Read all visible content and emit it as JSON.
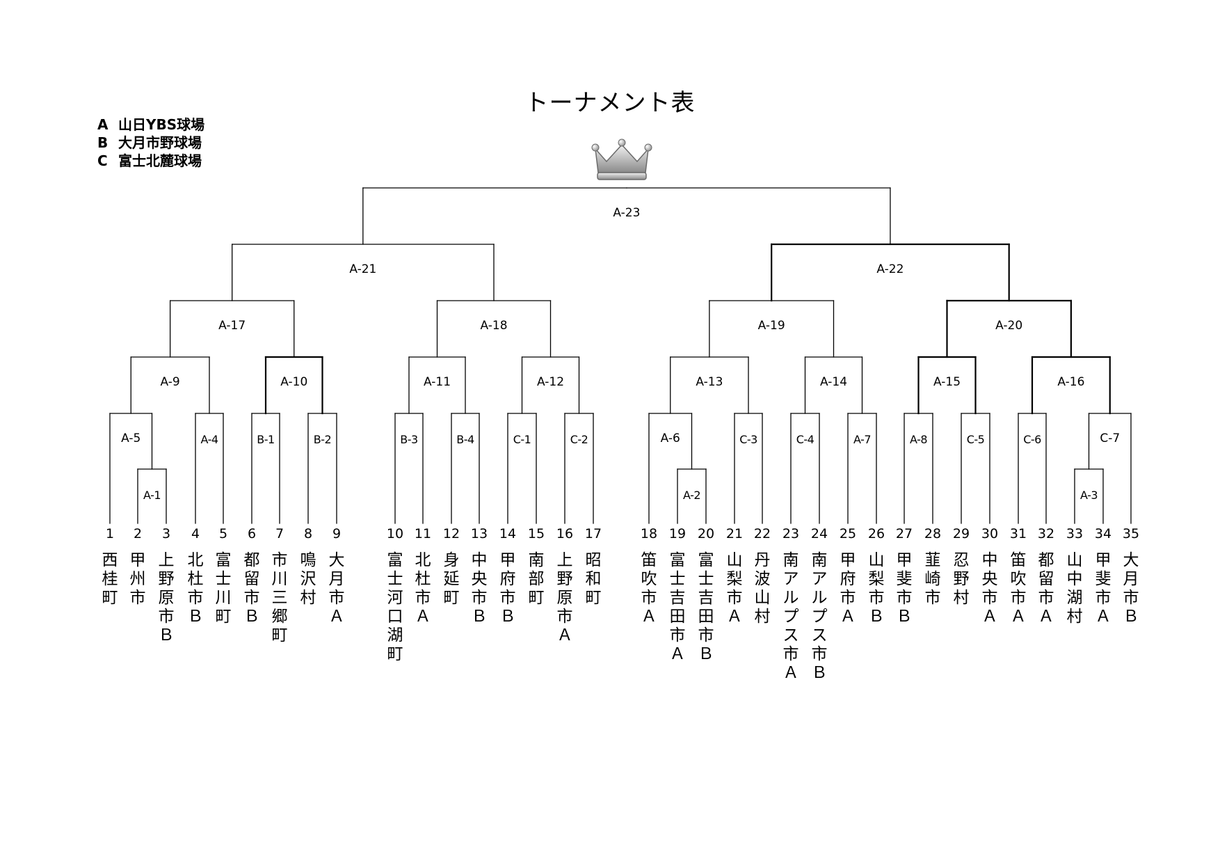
{
  "title": "トーナメント表",
  "legend": [
    {
      "key": "A",
      "name": "山日YBS球場"
    },
    {
      "key": "B",
      "name": "大月市野球場"
    },
    {
      "key": "C",
      "name": "富士北麓球場"
    }
  ],
  "entrants": [
    {
      "no": "1",
      "team": "西桂町"
    },
    {
      "no": "2",
      "team": "甲州市"
    },
    {
      "no": "3",
      "team": "上野原市Ｂ"
    },
    {
      "no": "4",
      "team": "北杜市Ｂ"
    },
    {
      "no": "5",
      "team": "富士川町"
    },
    {
      "no": "6",
      "team": "都留市Ｂ"
    },
    {
      "no": "7",
      "team": "市川三郷町"
    },
    {
      "no": "8",
      "team": "鳴沢村"
    },
    {
      "no": "9",
      "team": "大月市Ａ"
    },
    {
      "no": "10",
      "team": "富士河口湖町"
    },
    {
      "no": "11",
      "team": "北杜市Ａ"
    },
    {
      "no": "12",
      "team": "身延町"
    },
    {
      "no": "13",
      "team": "中央市Ｂ"
    },
    {
      "no": "14",
      "team": "甲府市Ｂ"
    },
    {
      "no": "15",
      "team": "南部町"
    },
    {
      "no": "16",
      "team": "上野原市Ａ"
    },
    {
      "no": "17",
      "team": "昭和町"
    },
    {
      "no": "18",
      "team": "笛吹市Ａ"
    },
    {
      "no": "19",
      "team": "富士吉田市Ａ"
    },
    {
      "no": "20",
      "team": "富士吉田市Ｂ"
    },
    {
      "no": "21",
      "team": "山梨市Ａ"
    },
    {
      "no": "22",
      "team": "丹波山村"
    },
    {
      "no": "23",
      "team": "南アルプス市Ａ"
    },
    {
      "no": "24",
      "team": "南アルプス市Ｂ"
    },
    {
      "no": "25",
      "team": "甲府市Ａ"
    },
    {
      "no": "26",
      "team": "山梨市Ｂ"
    },
    {
      "no": "27",
      "team": "甲斐市Ｂ"
    },
    {
      "no": "28",
      "team": "韮崎市"
    },
    {
      "no": "29",
      "team": "忍野村"
    },
    {
      "no": "30",
      "team": "中央市Ａ"
    },
    {
      "no": "31",
      "team": "笛吹市Ａ"
    },
    {
      "no": "32",
      "team": "都留市Ａ"
    },
    {
      "no": "33",
      "team": "山中湖村"
    },
    {
      "no": "34",
      "team": "甲斐市Ａ"
    },
    {
      "no": "35",
      "team": "大月市Ｂ"
    }
  ],
  "matches": [
    {
      "id": "A-1",
      "from": [
        "2",
        "3"
      ]
    },
    {
      "id": "A-2",
      "from": [
        "19",
        "20"
      ]
    },
    {
      "id": "A-3",
      "from": [
        "33",
        "34"
      ]
    },
    {
      "id": "A-5",
      "from": [
        "1",
        "A-1"
      ]
    },
    {
      "id": "A-4",
      "from": [
        "4",
        "5"
      ]
    },
    {
      "id": "B-1",
      "from": [
        "6",
        "7"
      ]
    },
    {
      "id": "B-2",
      "from": [
        "8",
        "9"
      ]
    },
    {
      "id": "B-3",
      "from": [
        "10",
        "11"
      ]
    },
    {
      "id": "B-4",
      "from": [
        "12",
        "13"
      ]
    },
    {
      "id": "C-1",
      "from": [
        "14",
        "15"
      ]
    },
    {
      "id": "C-2",
      "from": [
        "16",
        "17"
      ]
    },
    {
      "id": "A-6",
      "from": [
        "18",
        "A-2"
      ]
    },
    {
      "id": "C-3",
      "from": [
        "21",
        "22"
      ]
    },
    {
      "id": "C-4",
      "from": [
        "23",
        "24"
      ]
    },
    {
      "id": "A-7",
      "from": [
        "25",
        "26"
      ]
    },
    {
      "id": "A-8",
      "from": [
        "27",
        "28"
      ]
    },
    {
      "id": "C-5",
      "from": [
        "29",
        "30"
      ]
    },
    {
      "id": "C-6",
      "from": [
        "31",
        "32"
      ]
    },
    {
      "id": "C-7",
      "from": [
        "A-3",
        "35"
      ]
    },
    {
      "id": "A-9",
      "from": [
        "A-5",
        "A-4"
      ]
    },
    {
      "id": "A-10",
      "from": [
        "B-1",
        "B-2"
      ]
    },
    {
      "id": "A-11",
      "from": [
        "B-3",
        "B-4"
      ]
    },
    {
      "id": "A-12",
      "from": [
        "C-1",
        "C-2"
      ]
    },
    {
      "id": "A-13",
      "from": [
        "A-6",
        "C-3"
      ]
    },
    {
      "id": "A-14",
      "from": [
        "C-4",
        "A-7"
      ]
    },
    {
      "id": "A-15",
      "from": [
        "A-8",
        "C-5"
      ]
    },
    {
      "id": "A-16",
      "from": [
        "C-6",
        "C-7"
      ]
    },
    {
      "id": "A-17",
      "from": [
        "A-9",
        "A-10"
      ]
    },
    {
      "id": "A-18",
      "from": [
        "A-11",
        "A-12"
      ]
    },
    {
      "id": "A-19",
      "from": [
        "A-13",
        "A-14"
      ]
    },
    {
      "id": "A-20",
      "from": [
        "A-15",
        "A-16"
      ]
    },
    {
      "id": "A-21",
      "from": [
        "A-17",
        "A-18"
      ]
    },
    {
      "id": "A-22",
      "from": [
        "A-19",
        "A-20"
      ]
    },
    {
      "id": "A-23",
      "from": [
        "A-21",
        "A-22"
      ]
    }
  ],
  "icon": "crown-icon"
}
